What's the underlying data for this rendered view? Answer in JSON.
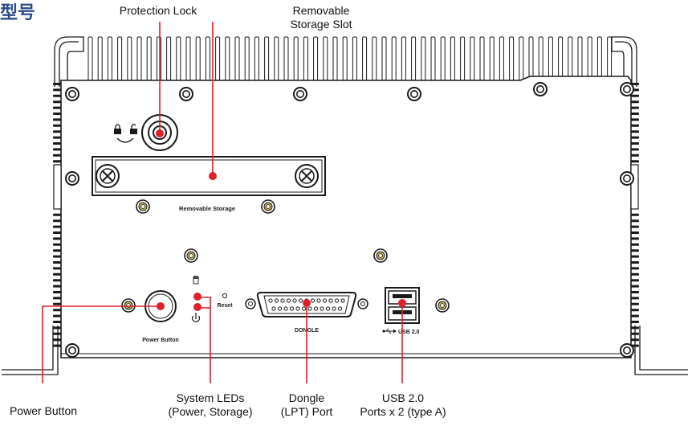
{
  "heading": "型号",
  "callouts": {
    "protection_lock": "Protection Lock",
    "removable_storage_slot": [
      "Removable",
      "Storage Slot"
    ],
    "power_button": "Power Button",
    "system_leds": [
      "System LEDs",
      "(Power, Storage)"
    ],
    "dongle_port": [
      "Dongle",
      "(LPT) Port"
    ],
    "usb_ports": [
      "USB 2.0",
      "Ports x 2 (type A)"
    ]
  },
  "panel_labels": {
    "removable_storage": "Removable Storage",
    "power_button": "Power Button",
    "reset": "Reset",
    "dongle": "DONGLE",
    "usb": "USB 2.0"
  },
  "colors": {
    "outline": "#1a1a1a",
    "marker": "#e0202a",
    "heading": "#2b4b8a",
    "brass": "#c8b45a"
  }
}
